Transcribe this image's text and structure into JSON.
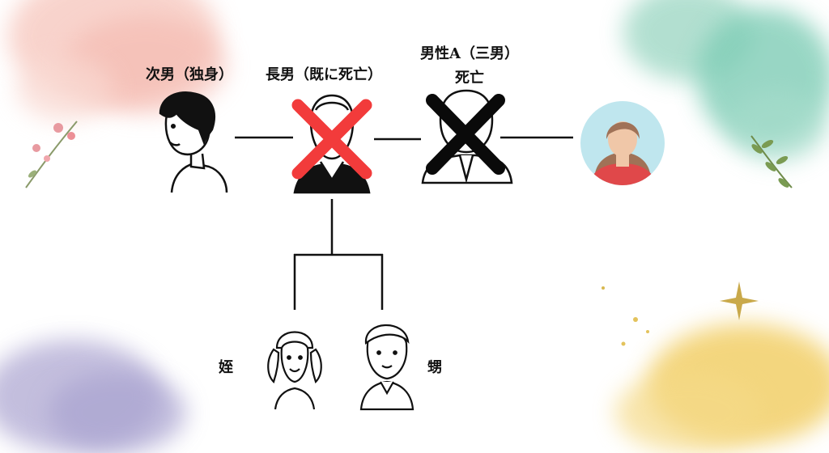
{
  "labels": {
    "second_son": "次男（独身）",
    "eldest_son": "長男（既に死亡）",
    "male_a_line1": "男性A（三男）",
    "male_a_line2": "死亡",
    "niece": "姪",
    "nephew": "甥"
  },
  "colors": {
    "red_cross": "#f23b3b",
    "black_cross": "#0a0a0a",
    "line": "#111111",
    "wife_circle": "#bfe6ee",
    "wife_shirt": "#e0484a",
    "wife_hair": "#a07257",
    "wife_skin": "#f0c7a8"
  },
  "icons": [
    "man-icon",
    "old-man-icon",
    "businessman-icon",
    "woman-avatar-icon",
    "girl-icon",
    "boy-icon",
    "flower-icon",
    "leaf-icon",
    "sparkle-icon"
  ]
}
